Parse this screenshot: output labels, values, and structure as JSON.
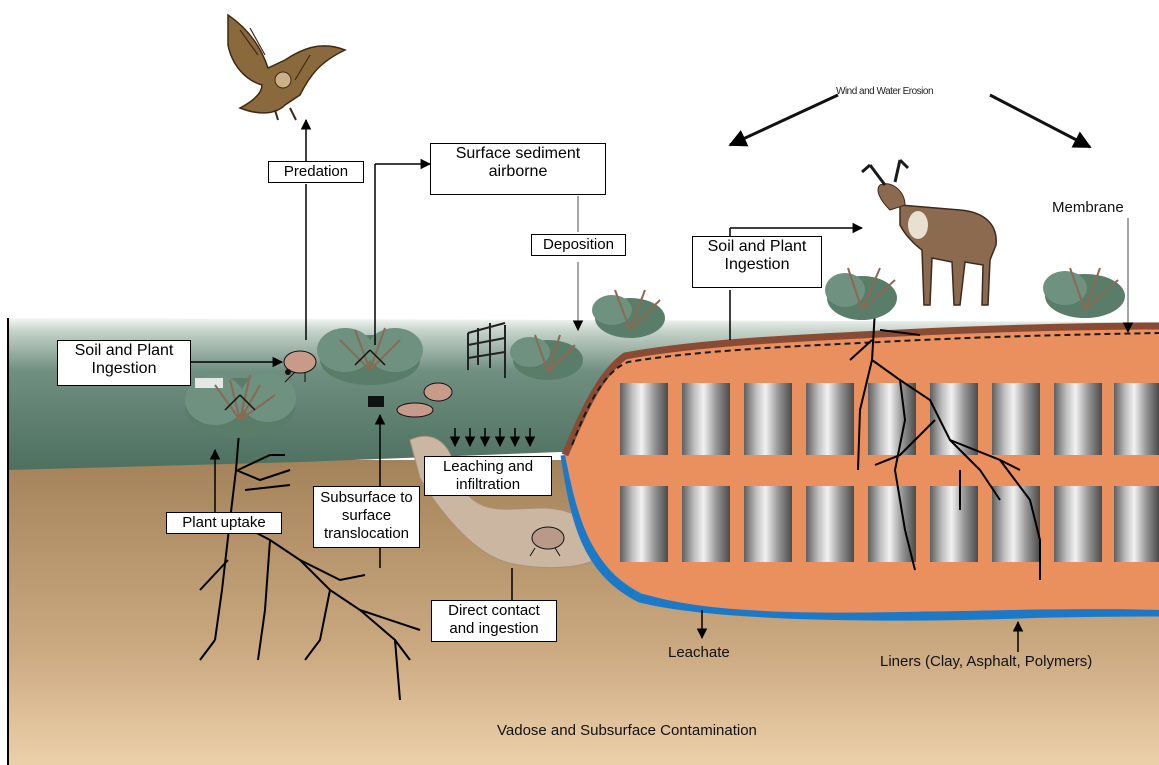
{
  "diagram": {
    "labels": {
      "predation": "Predation",
      "surface_sediment": "Surface sediment airborne",
      "deposition": "Deposition",
      "soil_plant_left": "Soil and Plant Ingestion",
      "soil_plant_right": "Soil and Plant Ingestion",
      "leaching": "Leaching and infiltration",
      "subsurface": "Subsurface to surface translocation",
      "plant_uptake": "Plant uptake",
      "direct_contact": "Direct contact and ingestion",
      "wind_water": "Wind and Water Erosion",
      "membrane": "Membrane",
      "leachate": "Leachate",
      "liners": "Liners (Clay, Asphalt, Polymers)",
      "vadose": "Vadose and Subsurface Contamination"
    },
    "colors": {
      "sky": "#ffffff",
      "vegetation_band": "#5e8170",
      "soil_top": "#a9875c",
      "soil_bottom": "#e8c9a2",
      "cap_fill": "#e9905e",
      "cap_edge": "#8a4b34",
      "liner": "#1b79c8",
      "drum": "#9a9a9a",
      "burrow": "#cbb7a1"
    },
    "icons": [
      "hawk-icon",
      "deer-icon",
      "rodent-icon",
      "shrub-icon",
      "fence-icon",
      "drum-icon"
    ]
  }
}
